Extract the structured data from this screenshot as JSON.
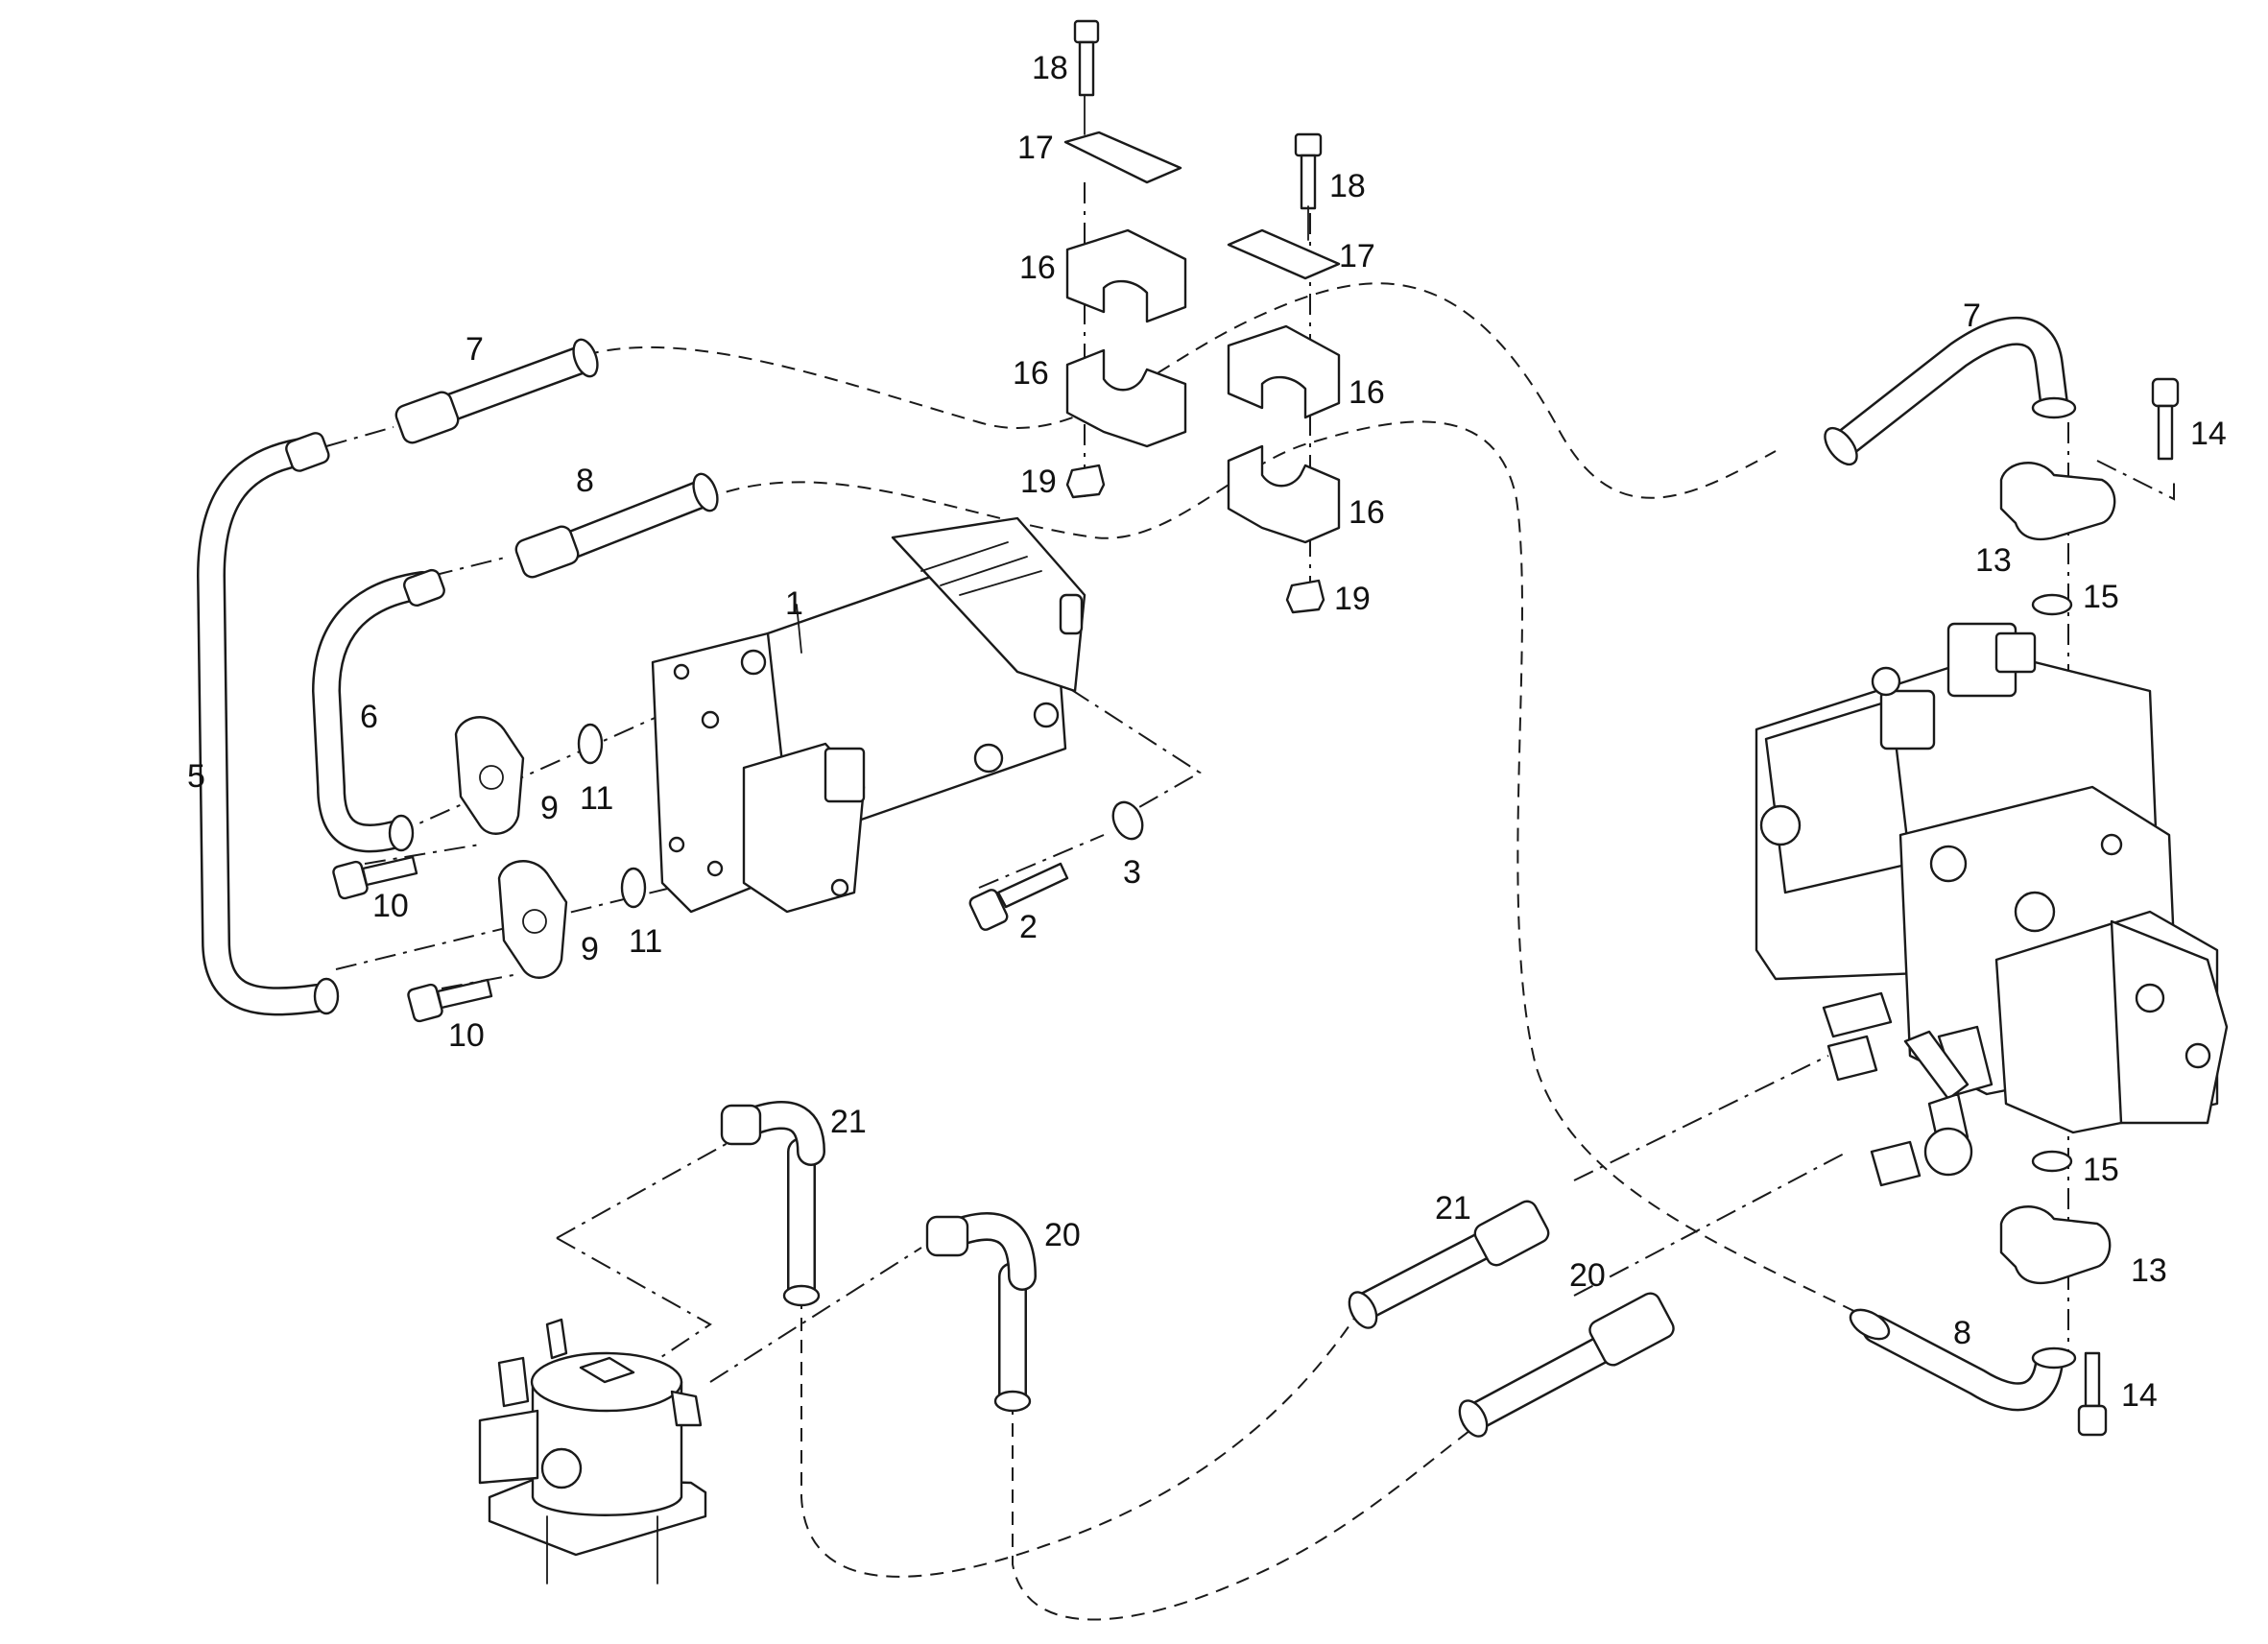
{
  "diagram": {
    "callouts": [
      {
        "id": "c1",
        "text": "1"
      },
      {
        "id": "c2",
        "text": "2"
      },
      {
        "id": "c3",
        "text": "3"
      },
      {
        "id": "c5",
        "text": "5"
      },
      {
        "id": "c6",
        "text": "6"
      },
      {
        "id": "c7a",
        "text": "7"
      },
      {
        "id": "c7b",
        "text": "7"
      },
      {
        "id": "c8a",
        "text": "8"
      },
      {
        "id": "c8b",
        "text": "8"
      },
      {
        "id": "c9a",
        "text": "9"
      },
      {
        "id": "c9b",
        "text": "9"
      },
      {
        "id": "c10a",
        "text": "10"
      },
      {
        "id": "c10b",
        "text": "10"
      },
      {
        "id": "c11a",
        "text": "11"
      },
      {
        "id": "c11b",
        "text": "11"
      },
      {
        "id": "c13a",
        "text": "13"
      },
      {
        "id": "c13b",
        "text": "13"
      },
      {
        "id": "c14a",
        "text": "14"
      },
      {
        "id": "c14b",
        "text": "14"
      },
      {
        "id": "c15a",
        "text": "15"
      },
      {
        "id": "c15b",
        "text": "15"
      },
      {
        "id": "c16a",
        "text": "16"
      },
      {
        "id": "c16b",
        "text": "16"
      },
      {
        "id": "c16c",
        "text": "16"
      },
      {
        "id": "c16d",
        "text": "16"
      },
      {
        "id": "c17a",
        "text": "17"
      },
      {
        "id": "c17b",
        "text": "17"
      },
      {
        "id": "c18a",
        "text": "18"
      },
      {
        "id": "c18b",
        "text": "18"
      },
      {
        "id": "c19a",
        "text": "19"
      },
      {
        "id": "c19b",
        "text": "19"
      },
      {
        "id": "c20a",
        "text": "20"
      },
      {
        "id": "c20b",
        "text": "20"
      },
      {
        "id": "c21a",
        "text": "21"
      },
      {
        "id": "c21b",
        "text": "21"
      }
    ]
  }
}
